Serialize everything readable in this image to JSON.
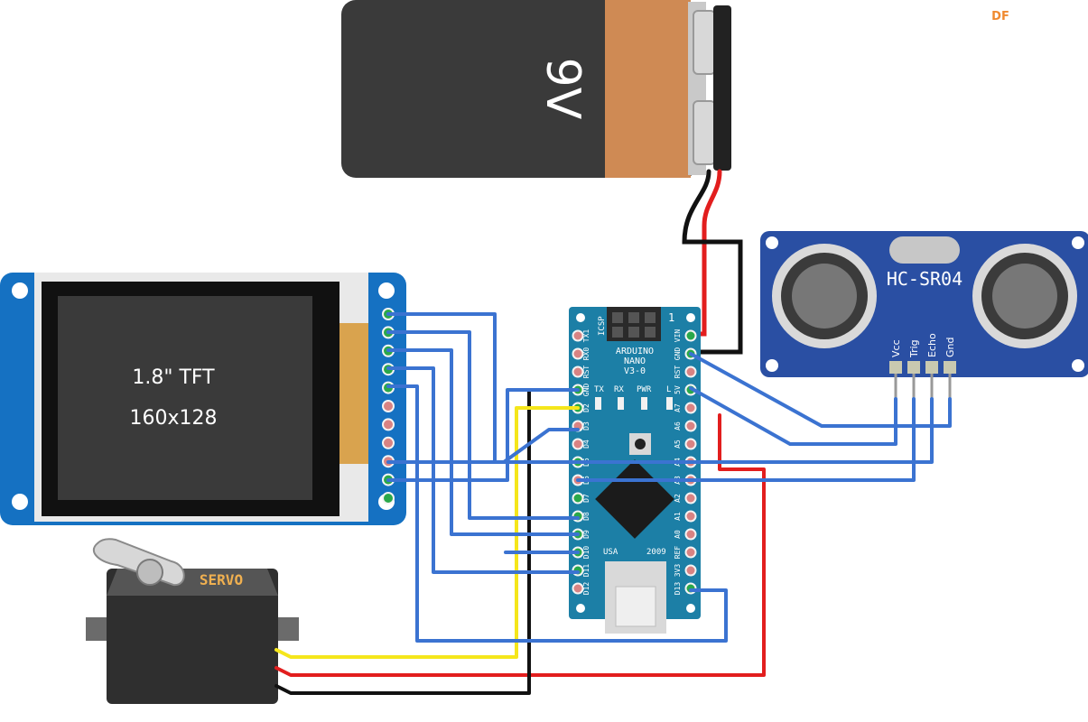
{
  "watermark": "DF",
  "battery": {
    "label": "9V"
  },
  "tft": {
    "line1": "1.8\" TFT",
    "line2": "160x128"
  },
  "sensor": {
    "name": "HC-SR04",
    "pins": [
      "Vcc",
      "Trig",
      "Echo",
      "Gnd"
    ]
  },
  "servo": {
    "label": "SERVO"
  },
  "nano": {
    "title1": "ARDUINO",
    "title2": "NANO",
    "title3": "V3-0",
    "icsp": "ICSP",
    "one": "1",
    "usa": "USA",
    "year": "2009",
    "leds": [
      "TX",
      "RX",
      "PWR",
      "L"
    ],
    "left_pins": [
      "TX1",
      "RX0",
      "RST",
      "GND",
      "D2",
      "D3",
      "D4",
      "D5",
      "D6",
      "D7",
      "D8",
      "D9",
      "D10",
      "D11",
      "D12"
    ],
    "right_pins": [
      "VIN",
      "GND",
      "RST",
      "5V",
      "A7",
      "A6",
      "A5",
      "A4",
      "A3",
      "A2",
      "A1",
      "A0",
      "REF",
      "3V3",
      "D13"
    ]
  },
  "colors": {
    "wire_blue": "#3b73d1",
    "wire_red": "#e21e1e",
    "wire_black": "#111111",
    "wire_yellow": "#f5e61b",
    "board_blue": "#1571c2",
    "sensor_blue": "#2a4fa3",
    "battery_orange": "#cf8a54",
    "battery_dark": "#3a3a3a"
  }
}
